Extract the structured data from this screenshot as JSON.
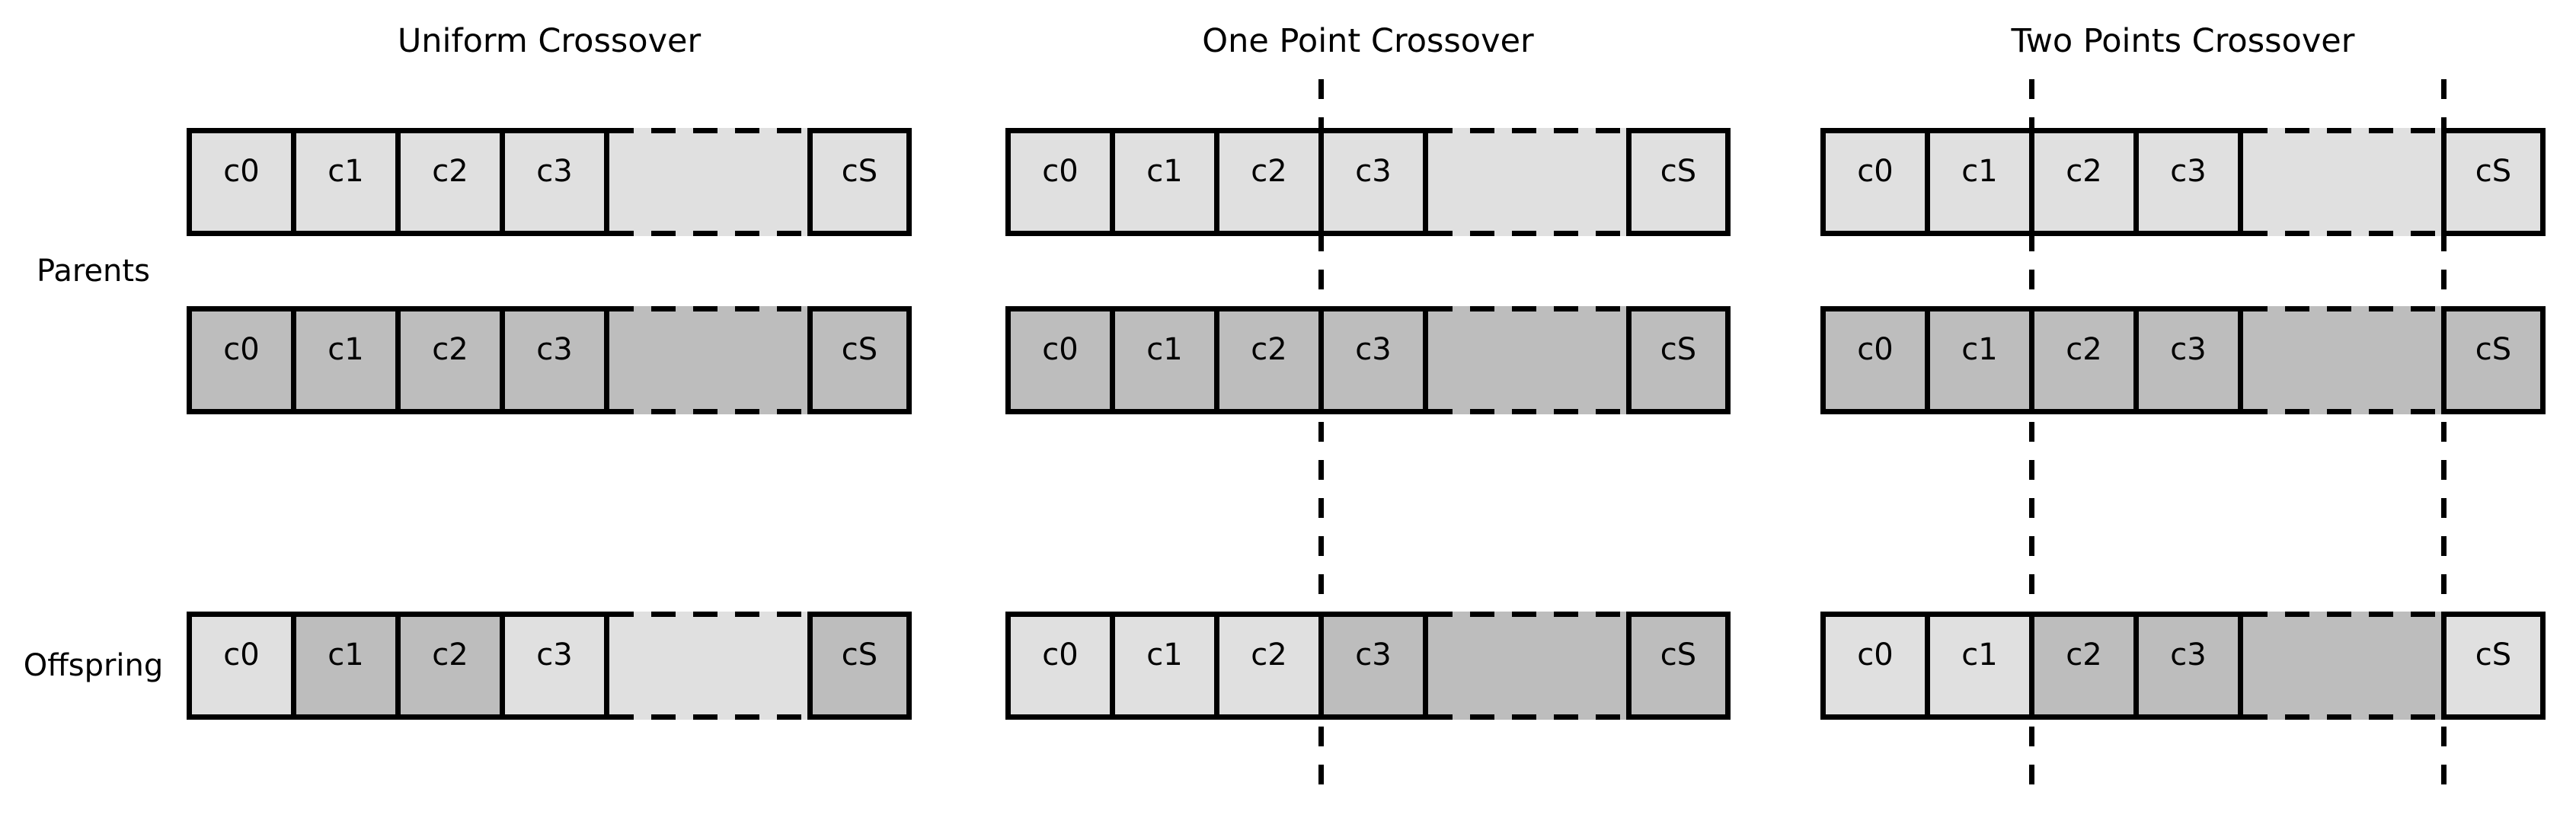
{
  "figure": {
    "row_labels": [
      {
        "id": "parents",
        "label": "Parents"
      },
      {
        "id": "offspring",
        "label": "Offspring"
      }
    ],
    "gene_labels": [
      "c0",
      "c1",
      "c2",
      "c3"
    ],
    "last_gene_label": "cS",
    "colors": {
      "fills": {
        "light": "#e0e0e0",
        "dark": "#bdbdbd"
      },
      "outline": "#000000",
      "background": "#ffffff"
    },
    "columns": [
      {
        "title": "Uniform Crossover",
        "crossover_points": [],
        "rows": [
          {
            "name": "parent-1",
            "fills": [
              "light",
              "light",
              "light",
              "light",
              "light",
              "light"
            ]
          },
          {
            "name": "parent-2",
            "fills": [
              "dark",
              "dark",
              "dark",
              "dark",
              "dark",
              "dark"
            ]
          },
          {
            "name": "offspring",
            "fills": [
              "light",
              "dark",
              "dark",
              "light",
              "light",
              "dark"
            ]
          }
        ]
      },
      {
        "title": "One Point Crossover",
        "crossover_points": [
          "c2/c3"
        ],
        "rows": [
          {
            "name": "parent-1",
            "fills": [
              "light",
              "light",
              "light",
              "light",
              "light",
              "light"
            ]
          },
          {
            "name": "parent-2",
            "fills": [
              "dark",
              "dark",
              "dark",
              "dark",
              "dark",
              "dark"
            ]
          },
          {
            "name": "offspring",
            "fills": [
              "light",
              "light",
              "light",
              "dark",
              "dark",
              "dark"
            ]
          }
        ]
      },
      {
        "title": "Two Points Crossover",
        "crossover_points": [
          "c1/c2",
          "gap/cS"
        ],
        "rows": [
          {
            "name": "parent-1",
            "fills": [
              "light",
              "light",
              "light",
              "light",
              "light",
              "light"
            ]
          },
          {
            "name": "parent-2",
            "fills": [
              "dark",
              "dark",
              "dark",
              "dark",
              "dark",
              "dark"
            ]
          },
          {
            "name": "offspring",
            "fills": [
              "light",
              "light",
              "dark",
              "dark",
              "dark",
              "light"
            ]
          }
        ]
      }
    ]
  }
}
